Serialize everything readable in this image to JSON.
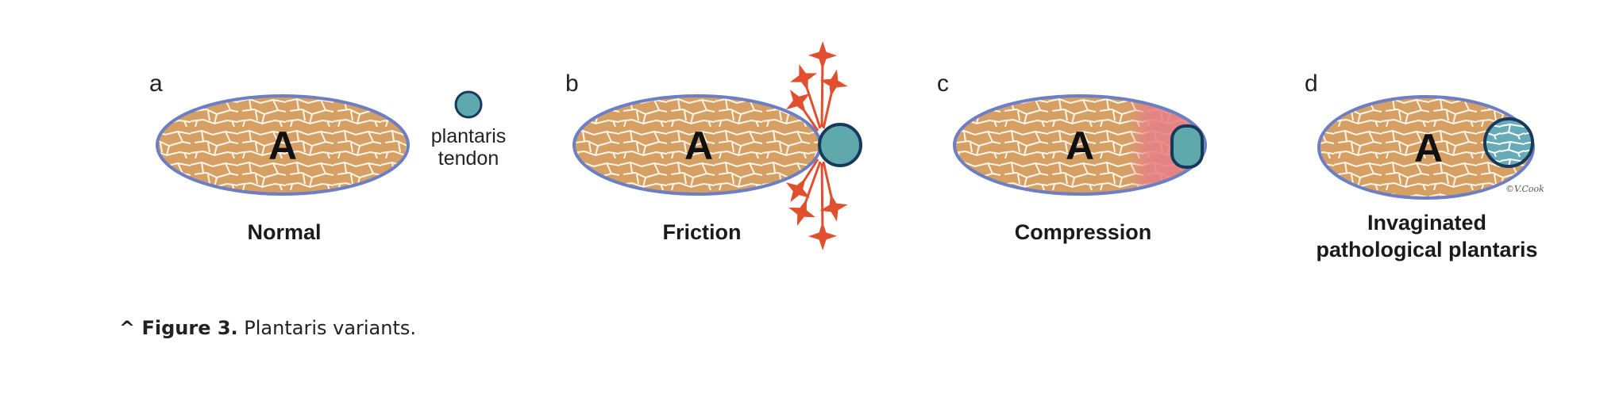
{
  "figure": {
    "panels": [
      {
        "letter": "a",
        "muscle": "A",
        "title": "Normal",
        "tendon_label": [
          "plantaris",
          "tendon"
        ]
      },
      {
        "letter": "b",
        "muscle": "A",
        "title": "Friction"
      },
      {
        "letter": "c",
        "muscle": "A",
        "title": "Compression"
      },
      {
        "letter": "d",
        "muscle": "A",
        "title_lines": [
          "Invaginated",
          "pathological plantaris"
        ],
        "signature": "©V.Cook"
      }
    ],
    "colors": {
      "muscle": "#d6a064",
      "outline": "#6c7fc4",
      "tendon": "#5fa9ad",
      "tendon_outline": "#173a5c",
      "arrows": "#e0502f",
      "compression": "#e67f86"
    }
  },
  "caption": {
    "prefix": "^ Figure 3.",
    "text": " Plantaris variants."
  }
}
